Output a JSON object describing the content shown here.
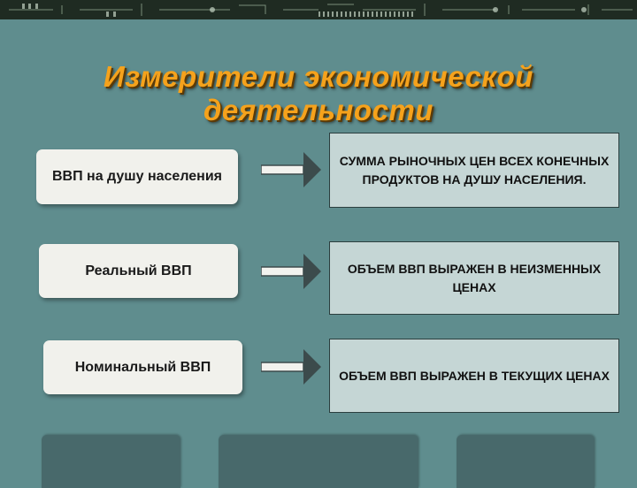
{
  "title": "Измерители экономической деятельности",
  "rows": [
    {
      "label": "ВВП на душу населения",
      "definition": "СУММА  РЫНОЧНЫХ  ЦЕН ВСЕХ КОНЕЧНЫХ ПРОДУКТОВ НА ДУШУ НАСЕЛЕНИЯ."
    },
    {
      "label": "Реальный ВВП",
      "definition": "ОБЪЕМ ВВП  ВЫРАЖЕН  В НЕИЗМЕННЫХ ЦЕНАХ"
    },
    {
      "label": "Номинальный ВВП",
      "definition": "ОБЪЕМ ВВП  ВЫРАЖЕН В  ТЕКУЩИХ ЦЕНАХ"
    }
  ],
  "colors": {
    "background": "#5f8d8e",
    "title": "#f5a21c",
    "left_box": "#f1f1ec",
    "right_box": "#c5d6d5",
    "arrow": "#3c4b4c",
    "tab": "#48696b"
  }
}
